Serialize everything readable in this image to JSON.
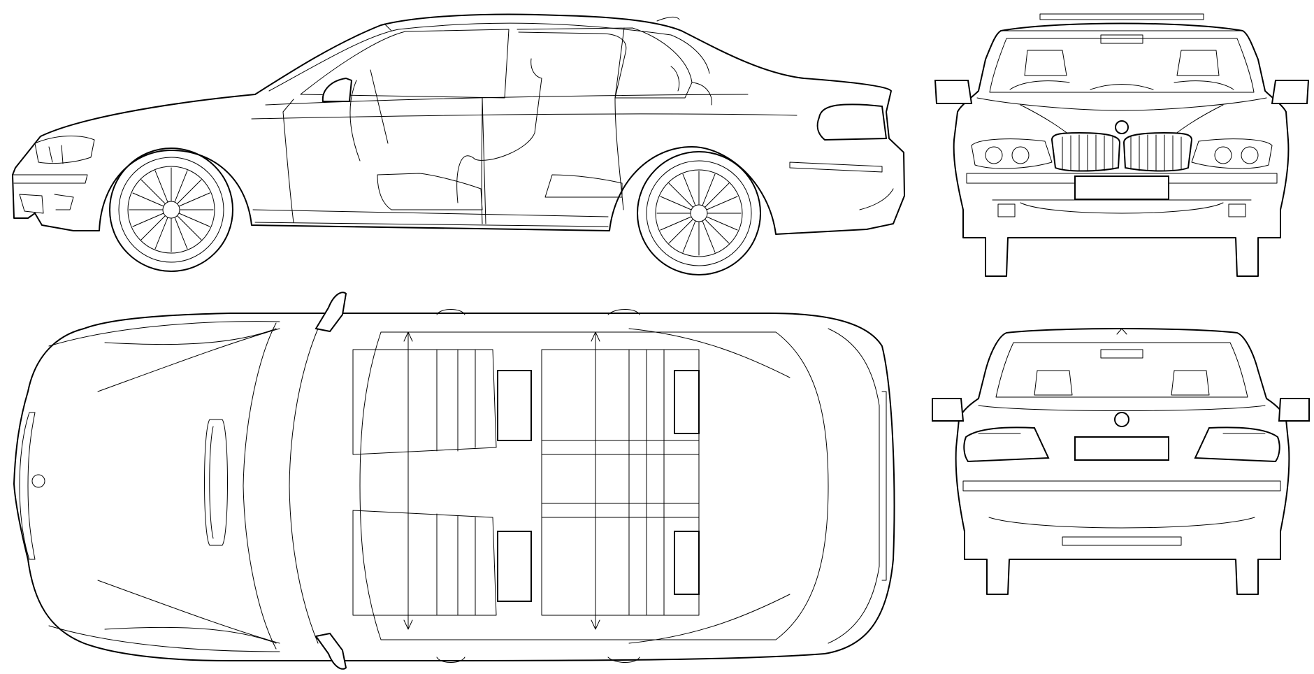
{
  "drawing": {
    "views": [
      "side",
      "front",
      "top",
      "rear"
    ],
    "line_color": "#000000",
    "background_color": "#ffffff"
  }
}
